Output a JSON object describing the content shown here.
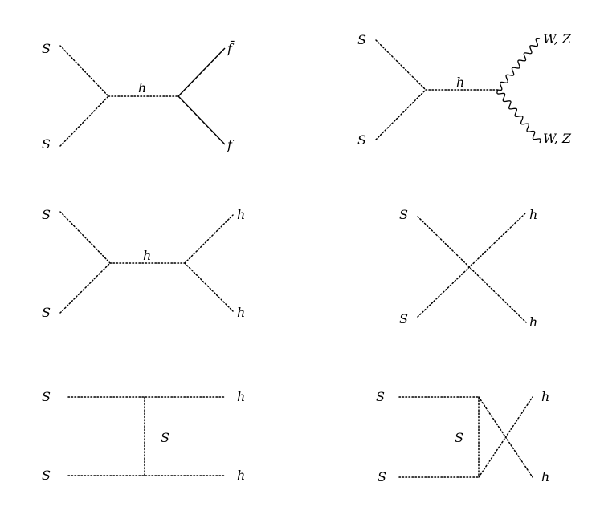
{
  "diagrams": [
    {
      "id": "s-channel-fermion",
      "labels": {
        "in_top": "S",
        "in_bottom": "S",
        "propagator": "h",
        "out_top": "f̄",
        "out_bottom": "f"
      }
    },
    {
      "id": "s-channel-gauge",
      "labels": {
        "in_top": "S",
        "in_bottom": "S",
        "propagator": "h",
        "out_top": "W, Z",
        "out_bottom": "W, Z"
      }
    },
    {
      "id": "s-channel-higgs",
      "labels": {
        "in_top": "S",
        "in_bottom": "S",
        "propagator": "h",
        "out_top": "h",
        "out_bottom": "h"
      }
    },
    {
      "id": "contact",
      "labels": {
        "in_top": "S",
        "in_bottom": "S",
        "out_top": "h",
        "out_bottom": "h"
      }
    },
    {
      "id": "t-channel",
      "labels": {
        "in_top": "S",
        "in_bottom": "S",
        "propagator": "S",
        "out_top": "h",
        "out_bottom": "h"
      }
    },
    {
      "id": "u-channel",
      "labels": {
        "in_top": "S",
        "in_bottom": "S",
        "propagator": "S",
        "out_top": "h",
        "out_bottom": "h"
      }
    }
  ]
}
